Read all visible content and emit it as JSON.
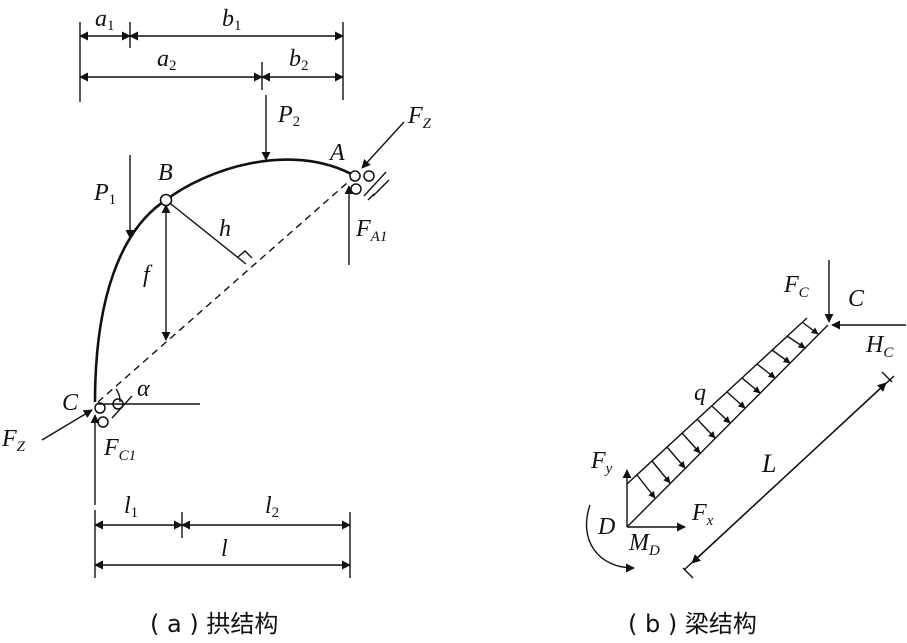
{
  "diagram": {
    "caption_a": "( a ) 拱结构",
    "caption_b": "( b ) 梁结构",
    "arch": {
      "dim_a1": "a",
      "dim_a1_sub": "1",
      "dim_b1": "b",
      "dim_b1_sub": "1",
      "dim_a2": "a",
      "dim_a2_sub": "2",
      "dim_b2": "b",
      "dim_b2_sub": "2",
      "load_p2": "P",
      "load_p2_sub": "2",
      "load_p1": "P",
      "load_p1_sub": "1",
      "point_a": "A",
      "point_b": "B",
      "point_c": "C",
      "force_fz_right": "F",
      "force_fz_right_sub": "Z",
      "force_fz_left": "F",
      "force_fz_left_sub": "Z",
      "reaction_a": "F",
      "reaction_a_sub": "A1",
      "reaction_c": "F",
      "reaction_c_sub": "C1",
      "height_h": "h",
      "rise_f": "f",
      "angle": "α",
      "span_l1": "l",
      "span_l1_sub": "1",
      "span_l2": "l",
      "span_l2_sub": "2",
      "span_l": "l"
    },
    "beam": {
      "force_fc": "F",
      "force_fc_sub": "C",
      "point_c": "C",
      "force_hc": "H",
      "force_hc_sub": "C",
      "load_q": "q",
      "length_l": "L",
      "force_fy": "F",
      "force_fy_sub": "y",
      "force_fx": "F",
      "force_fx_sub": "x",
      "point_d": "D",
      "moment_md": "M",
      "moment_md_sub": "D"
    }
  }
}
